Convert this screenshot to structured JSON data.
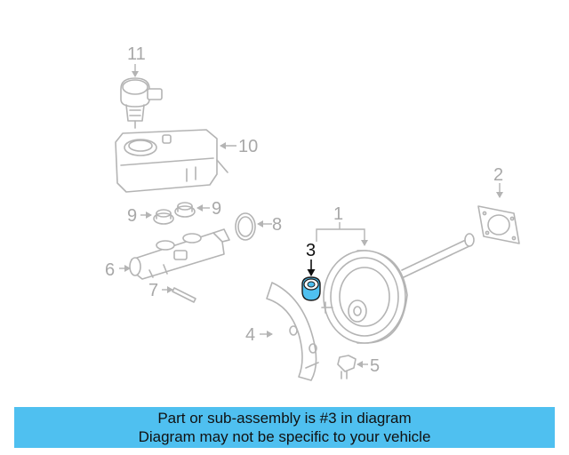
{
  "diagram": {
    "callouts": {
      "c1": "1",
      "c2": "2",
      "c3": "3",
      "c4": "4",
      "c5": "5",
      "c6": "6",
      "c7": "7",
      "c8": "8",
      "c9a": "9",
      "c9b": "9",
      "c10": "10",
      "c11": "11"
    },
    "highlight_color": "#4fc0f0"
  },
  "banner": {
    "line1": "Part or sub-assembly is #3 in diagram",
    "line2": "Diagram may not be specific to your vehicle",
    "color": "#4fc0f0"
  }
}
